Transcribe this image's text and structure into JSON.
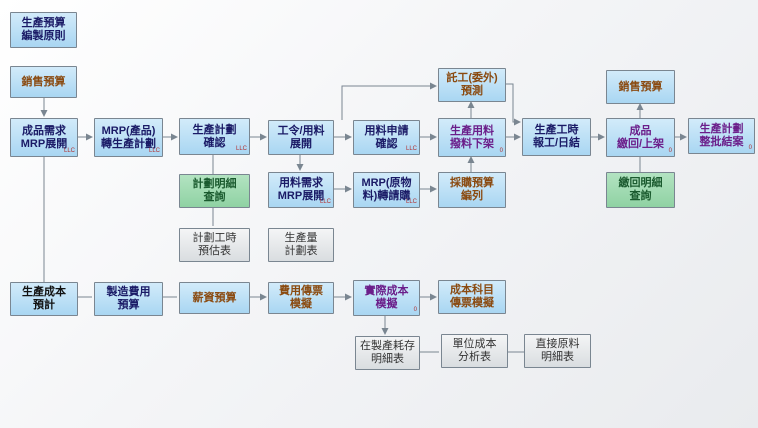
{
  "diagram": {
    "nodes": {
      "principle": {
        "label": "生產預算\n編製原則"
      },
      "sales1": {
        "label": "銷售預算"
      },
      "mrp_need": {
        "label": "成品需求\nMRP展開",
        "tag": "LLC"
      },
      "mrp_product": {
        "label": "MRP(產品)\n轉生產計劃",
        "tag": "LLC"
      },
      "prod_confirm": {
        "label": "生產計劃\n確認",
        "tag": "LLC"
      },
      "plan_query": {
        "label": "計劃明細\n查詢"
      },
      "work_est": {
        "label": "計劃工時\n預估表"
      },
      "prod_volume": {
        "label": "生產量\n計劃表"
      },
      "order_expand": {
        "label": "工令/用料\n展開"
      },
      "material_mrp": {
        "label": "用料需求\nMRP展開",
        "tag": "LLC"
      },
      "mrp_material": {
        "label": "MRP(原物\n料)轉請購",
        "tag": "LLC"
      },
      "material_apply": {
        "label": "用料申請\n確認",
        "tag": "LLC"
      },
      "outsource": {
        "label": "託工(委外)\n預測"
      },
      "prod_issue": {
        "label": "生產用料\n撥料下架",
        "tag": "0"
      },
      "purchase_budget": {
        "label": "採購預算\n編列"
      },
      "work_report": {
        "label": "生產工時\n報工/日結"
      },
      "sales2": {
        "label": "銷售預算"
      },
      "finished_return": {
        "label": "成品\n繳回/上架",
        "tag": "0"
      },
      "return_query": {
        "label": "繳回明細\n查詢"
      },
      "plan_close": {
        "label": "生產計劃\n整批結案",
        "tag": "0"
      },
      "cost_budget": {
        "label": "生產成本\n預計"
      },
      "mfg_budget": {
        "label": "製造費用\n預算"
      },
      "salary_budget": {
        "label": "薪資預算"
      },
      "expense_voucher": {
        "label": "費用傳票\n模擬"
      },
      "actual_cost": {
        "label": "實際成本\n模擬",
        "tag": "0"
      },
      "cost_voucher": {
        "label": "成本科目\n傳票模擬"
      },
      "wip_detail": {
        "label": "在製產耗存\n明細表"
      },
      "unit_cost": {
        "label": "單位成本\n分析表"
      },
      "direct_material": {
        "label": "直接原料\n明細表"
      }
    }
  }
}
